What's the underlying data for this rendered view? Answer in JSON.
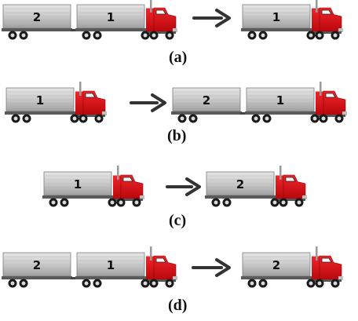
{
  "panels": [
    {
      "label": "(a)",
      "before": [
        "2",
        "1"
      ],
      "after": [
        "1"
      ]
    },
    {
      "label": "(b)",
      "before": [
        "1"
      ],
      "after": [
        "2",
        "1"
      ]
    },
    {
      "label": "(c)",
      "before": [
        "1"
      ],
      "after": [
        "2"
      ]
    },
    {
      "label": "(d)",
      "before": [
        "2",
        "1"
      ],
      "after": [
        "2"
      ]
    }
  ],
  "colors": {
    "cab": "#e0161b",
    "trailer": "#c8c8c8",
    "trailer_dark": "#8c8c8c",
    "arrow": "#333333",
    "wheel": "#1a1a1a"
  }
}
